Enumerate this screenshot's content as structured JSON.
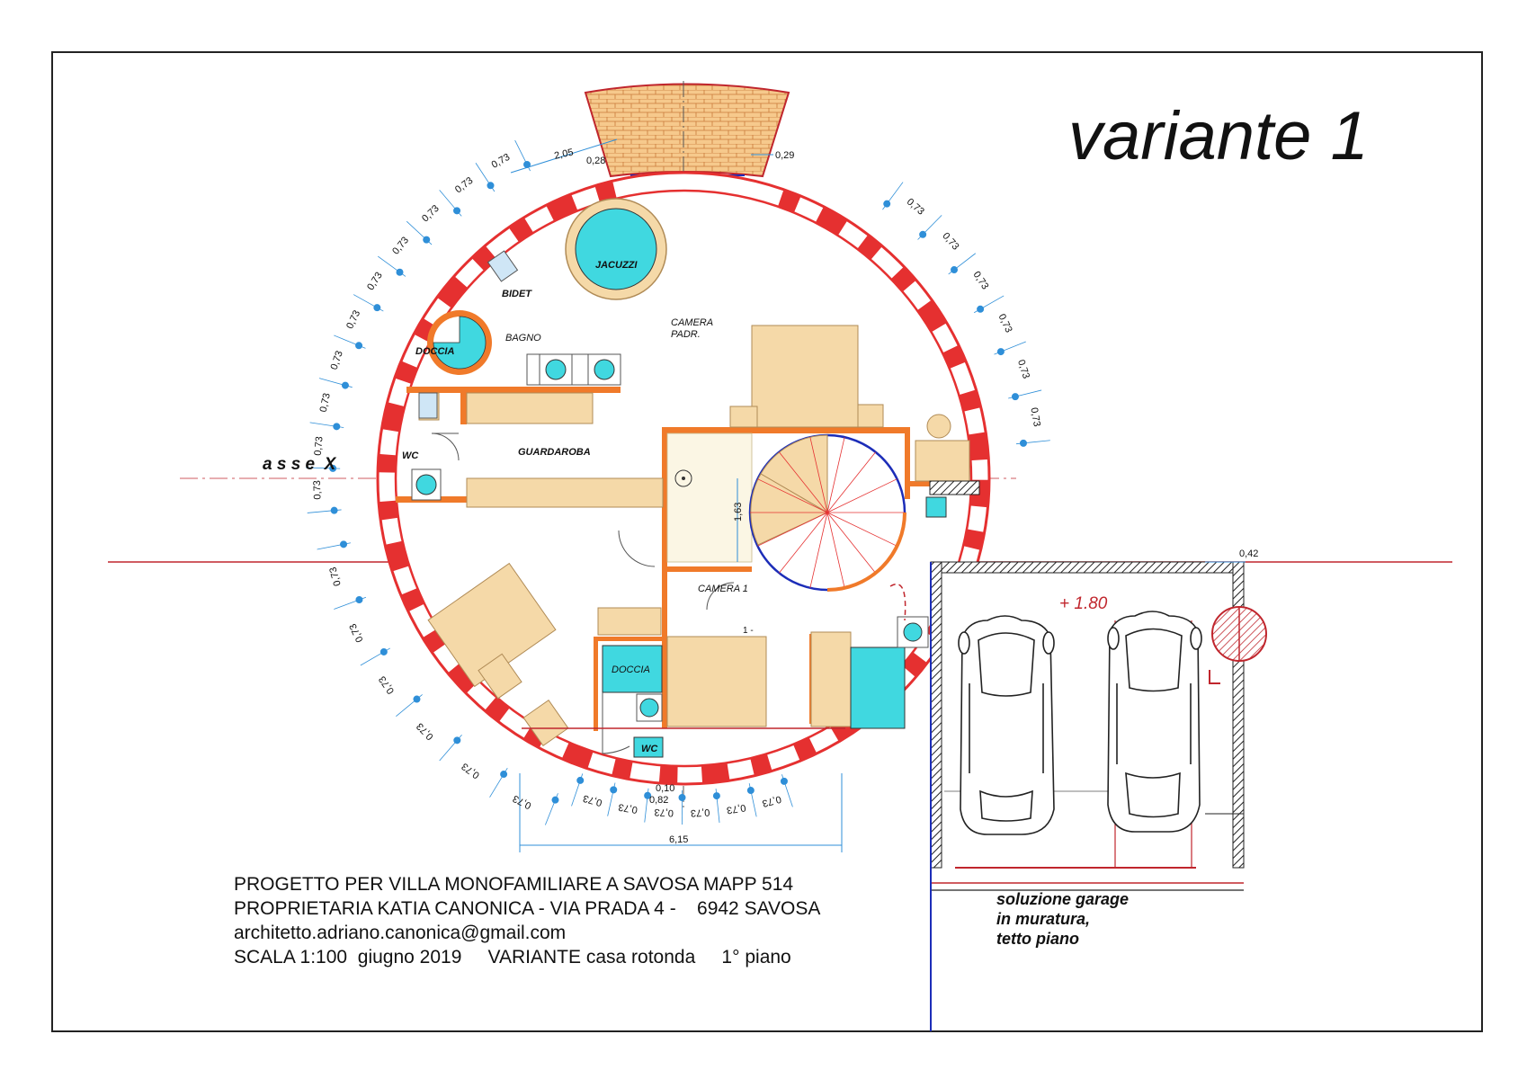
{
  "title": "variante 1",
  "axis_label": "a s s e  X",
  "rooms": {
    "jacuzzi": "JACUZZI",
    "bidet": "BIDET",
    "bagno": "BAGNO",
    "doccia_top": "DOCCIA",
    "camera_padr_1": "CAMERA",
    "camera_padr_2": "PADR.",
    "wc_top": "WC",
    "guardaroba": "GUARDAROBA",
    "camera1": "CAMERA 1",
    "doccia_bottom": "DOCCIA",
    "wc_bottom": "WC",
    "stair_mark": "1 -"
  },
  "level": "+ 1.80",
  "dimensions": {
    "d205": "2,05",
    "d028": "0,28",
    "d029": "0,29",
    "d042": "0,42",
    "d163": "1,63",
    "d010": "0,10",
    "d082": "0,82",
    "d615": "6,15",
    "d073": "0,73"
  },
  "title_block": {
    "line1": "PROGETTO PER VILLA MONOFAMILIARE A SAVOSA MAPP 514",
    "line2": "PROPRIETARIA KATIA CANONICA - VIA PRADA 4 -    6942 SAVOSA",
    "line3": "architetto.adriano.canonica@gmail.com",
    "line4": "SCALA 1:100  giugno 2019     VARIANTE casa rotonda     1° piano"
  },
  "garage_note": {
    "line1": "soluzione garage",
    "line2": "in muratura,",
    "line3": "tetto piano"
  },
  "colors": {
    "wall_red": "#e53030",
    "wall_orange": "#f07a2a",
    "furniture": "#f5d9a8",
    "furniture_stroke": "#b08b56",
    "water": "#40d8e0",
    "dimension": "#2f8fd8",
    "axis": "#c0262d",
    "brick": "#f6c98c",
    "blue_line": "#1c2db8"
  }
}
